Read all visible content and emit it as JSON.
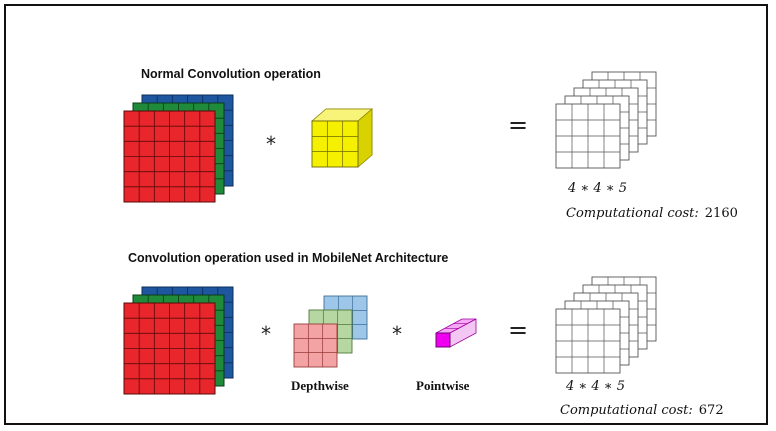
{
  "sections": {
    "normal": {
      "title": "Normal Convolution operation",
      "multiply_symbol": "*",
      "equals_symbol": "=",
      "output_dims": "4 ∗ 4 ∗ 5",
      "cost_label": "Computational cost:",
      "cost_value": "2160"
    },
    "mobilenet": {
      "title": "Convolution operation used in MobileNet Architecture",
      "multiply_symbol": "*",
      "multiply_symbol_2": "*",
      "equals_symbol": "=",
      "depthwise_label": "Depthwise",
      "pointwise_label": "Pointwise",
      "output_dims": "4 ∗ 4 ∗ 5",
      "cost_label": "Computational cost:",
      "cost_value": "672"
    }
  },
  "colors": {
    "input_red": "#e8262b",
    "input_green": "#1f8a3a",
    "input_blue": "#1e56a0",
    "kernel_yellow": "#f4f000",
    "depthwise_blue": "#9ec6e8",
    "depthwise_green": "#b6d7a2",
    "depthwise_pink": "#f3a3a3",
    "pointwise_magenta": "#f000f0",
    "output_stroke": "#555555"
  }
}
